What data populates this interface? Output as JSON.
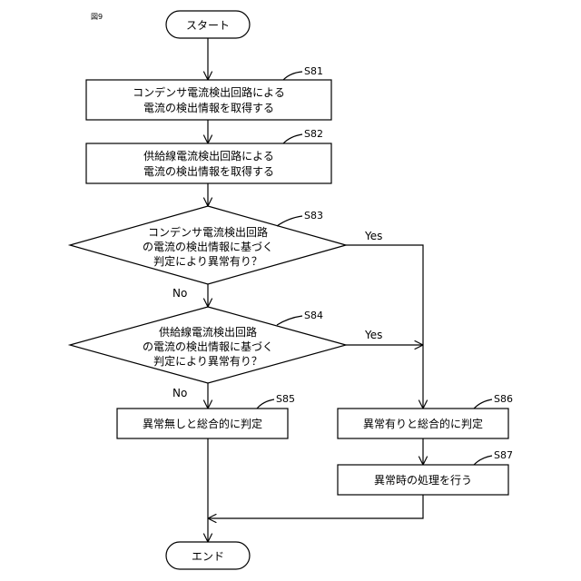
{
  "figure_label": "図9",
  "start_label": "スタート",
  "end_label": "エンド",
  "steps": {
    "s81": {
      "id": "S81",
      "lines": [
        "コンデンサ電流検出回路による",
        "電流の検出情報を取得する"
      ]
    },
    "s82": {
      "id": "S82",
      "lines": [
        "供給線電流検出回路による",
        "電流の検出情報を取得する"
      ]
    },
    "s83": {
      "id": "S83",
      "lines": [
        "コンデンサ電流検出回路",
        "の電流の検出情報に基づく",
        "判定により異常有り？"
      ]
    },
    "s84": {
      "id": "S84",
      "lines": [
        "供給線電流検出回路",
        "の電流の検出情報に基づく",
        "判定により異常有り？"
      ]
    },
    "s85": {
      "id": "S85",
      "lines": [
        "異常無しと総合的に判定"
      ]
    },
    "s86": {
      "id": "S86",
      "lines": [
        "異常有りと総合的に判定"
      ]
    },
    "s87": {
      "id": "S87",
      "lines": [
        "異常時の処理を行う"
      ]
    }
  },
  "branch_labels": {
    "s83_yes": "Yes",
    "s83_no": "No",
    "s84_yes": "Yes",
    "s84_no": "No"
  }
}
